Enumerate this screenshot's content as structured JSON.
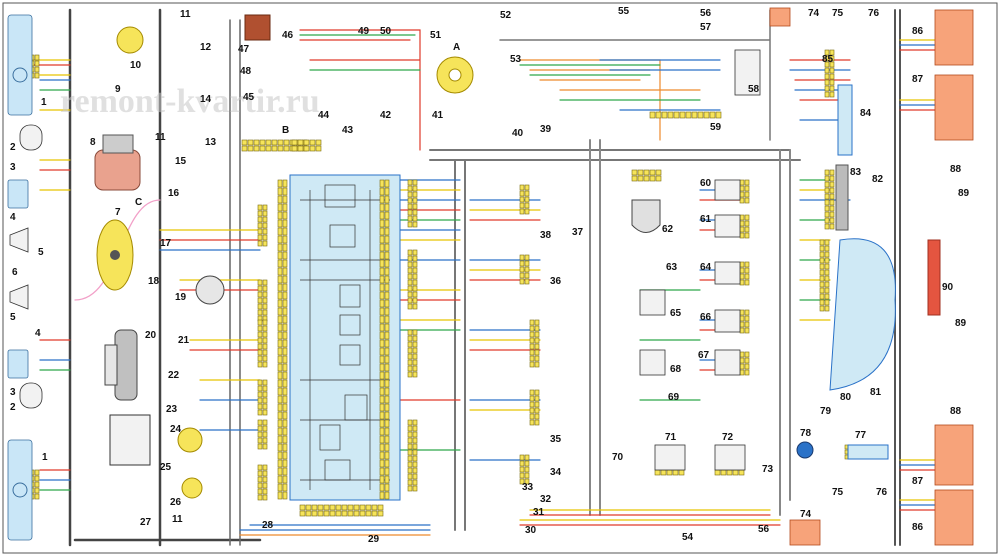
{
  "watermark": "remont-kvartir.ru",
  "colors": {
    "wire_yellow": "#e8c400",
    "wire_red": "#e03a2a",
    "wire_blue": "#2a72c8",
    "wire_green": "#2fa84a",
    "wire_black": "#222222",
    "wire_pink": "#f2a0c8",
    "wire_orange": "#ee8a2c",
    "wire_gray": "#8a8a8a",
    "fuse_box_fill": "#cfe9f5",
    "headlamp_fill": "#c9e6f7",
    "rear_lamp_fill": "#f7a37a",
    "connector_fill": "#f6e45a"
  },
  "labels": [
    {
      "id": "l1a",
      "text": "1"
    },
    {
      "id": "l2a",
      "text": "2"
    },
    {
      "id": "l3a",
      "text": "3"
    },
    {
      "id": "l4",
      "text": "4"
    },
    {
      "id": "l5a",
      "text": "5"
    },
    {
      "id": "l6",
      "text": "6"
    },
    {
      "id": "l5b",
      "text": "5"
    },
    {
      "id": "l4b",
      "text": "4"
    },
    {
      "id": "l3b",
      "text": "3"
    },
    {
      "id": "l2b",
      "text": "2"
    },
    {
      "id": "l1b",
      "text": "1"
    },
    {
      "id": "l7",
      "text": "7"
    },
    {
      "id": "l8",
      "text": "8"
    },
    {
      "id": "l9",
      "text": "9"
    },
    {
      "id": "l10",
      "text": "10"
    },
    {
      "id": "l11a",
      "text": "11"
    },
    {
      "id": "l12",
      "text": "12"
    },
    {
      "id": "l11b",
      "text": "11"
    },
    {
      "id": "l13",
      "text": "13"
    },
    {
      "id": "l14",
      "text": "14"
    },
    {
      "id": "l15",
      "text": "15"
    },
    {
      "id": "l16",
      "text": "16"
    },
    {
      "id": "l17",
      "text": "17"
    },
    {
      "id": "l18",
      "text": "18"
    },
    {
      "id": "l19",
      "text": "19"
    },
    {
      "id": "l20",
      "text": "20"
    },
    {
      "id": "l21",
      "text": "21"
    },
    {
      "id": "l22",
      "text": "22"
    },
    {
      "id": "l23",
      "text": "23"
    },
    {
      "id": "l24",
      "text": "24"
    },
    {
      "id": "l25",
      "text": "25"
    },
    {
      "id": "l26",
      "text": "26"
    },
    {
      "id": "l27",
      "text": "27"
    },
    {
      "id": "l11c",
      "text": "11"
    },
    {
      "id": "l28",
      "text": "28"
    },
    {
      "id": "l29",
      "text": "29"
    },
    {
      "id": "l30",
      "text": "30"
    },
    {
      "id": "l31",
      "text": "31"
    },
    {
      "id": "l32",
      "text": "32"
    },
    {
      "id": "l33",
      "text": "33"
    },
    {
      "id": "l34",
      "text": "34"
    },
    {
      "id": "l35",
      "text": "35"
    },
    {
      "id": "l36",
      "text": "36"
    },
    {
      "id": "l37",
      "text": "37"
    },
    {
      "id": "l38",
      "text": "38"
    },
    {
      "id": "l39",
      "text": "39"
    },
    {
      "id": "l40",
      "text": "40"
    },
    {
      "id": "l41",
      "text": "41"
    },
    {
      "id": "l42",
      "text": "42"
    },
    {
      "id": "l43",
      "text": "43"
    },
    {
      "id": "l44",
      "text": "44"
    },
    {
      "id": "l45",
      "text": "45"
    },
    {
      "id": "l46",
      "text": "46"
    },
    {
      "id": "l47",
      "text": "47"
    },
    {
      "id": "l48",
      "text": "48"
    },
    {
      "id": "l49",
      "text": "49"
    },
    {
      "id": "l50",
      "text": "50"
    },
    {
      "id": "l51",
      "text": "51"
    },
    {
      "id": "l52",
      "text": "52"
    },
    {
      "id": "l53",
      "text": "53"
    },
    {
      "id": "l54",
      "text": "54"
    },
    {
      "id": "l55",
      "text": "55"
    },
    {
      "id": "l56a",
      "text": "56"
    },
    {
      "id": "l57",
      "text": "57"
    },
    {
      "id": "l58",
      "text": "58"
    },
    {
      "id": "l59",
      "text": "59"
    },
    {
      "id": "l60",
      "text": "60"
    },
    {
      "id": "l61",
      "text": "61"
    },
    {
      "id": "l62",
      "text": "62"
    },
    {
      "id": "l63",
      "text": "63"
    },
    {
      "id": "l64",
      "text": "64"
    },
    {
      "id": "l65",
      "text": "65"
    },
    {
      "id": "l66",
      "text": "66"
    },
    {
      "id": "l67",
      "text": "67"
    },
    {
      "id": "l68",
      "text": "68"
    },
    {
      "id": "l69",
      "text": "69"
    },
    {
      "id": "l70",
      "text": "70"
    },
    {
      "id": "l71",
      "text": "71"
    },
    {
      "id": "l72",
      "text": "72"
    },
    {
      "id": "l73",
      "text": "73"
    },
    {
      "id": "l74a",
      "text": "74"
    },
    {
      "id": "l75a",
      "text": "75"
    },
    {
      "id": "l76a",
      "text": "76"
    },
    {
      "id": "l74b",
      "text": "74"
    },
    {
      "id": "l75b",
      "text": "75"
    },
    {
      "id": "l76b",
      "text": "76"
    },
    {
      "id": "l77",
      "text": "77"
    },
    {
      "id": "l78",
      "text": "78"
    },
    {
      "id": "l79",
      "text": "79"
    },
    {
      "id": "l80",
      "text": "80"
    },
    {
      "id": "l81",
      "text": "81"
    },
    {
      "id": "l82",
      "text": "82"
    },
    {
      "id": "l83",
      "text": "83"
    },
    {
      "id": "l84",
      "text": "84"
    },
    {
      "id": "l85",
      "text": "85"
    },
    {
      "id": "l86a",
      "text": "86"
    },
    {
      "id": "l87a",
      "text": "87"
    },
    {
      "id": "l88a",
      "text": "88"
    },
    {
      "id": "l89a",
      "text": "89"
    },
    {
      "id": "l90",
      "text": "90"
    },
    {
      "id": "l89b",
      "text": "89"
    },
    {
      "id": "l88b",
      "text": "88"
    },
    {
      "id": "l87b",
      "text": "87"
    },
    {
      "id": "l86b",
      "text": "86"
    },
    {
      "id": "l56b",
      "text": "56"
    },
    {
      "id": "lA",
      "text": "A"
    },
    {
      "id": "lB",
      "text": "B"
    },
    {
      "id": "lC",
      "text": "C"
    }
  ]
}
